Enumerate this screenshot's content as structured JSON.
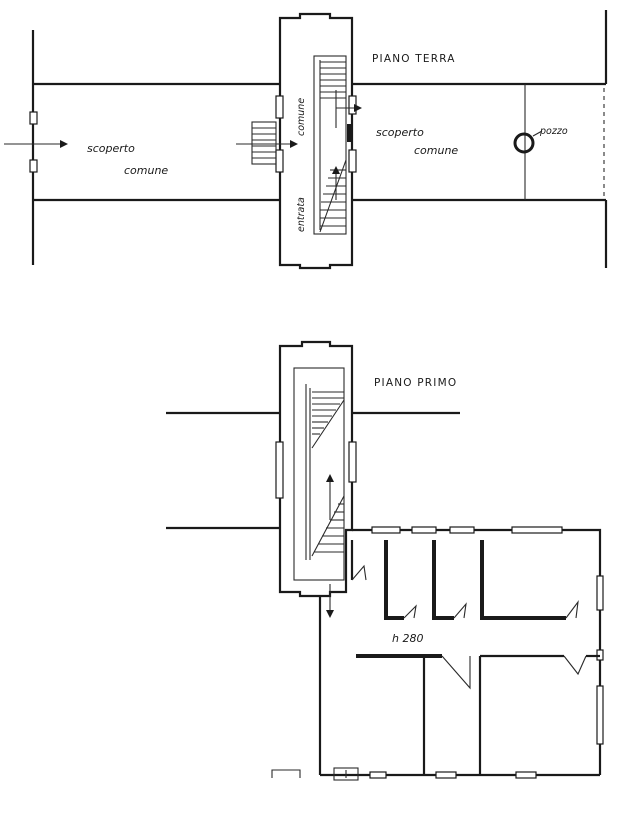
{
  "plans": {
    "ground": {
      "title": "PIANO TERRA",
      "left_yard": {
        "line1": "scoperto",
        "line2": "comune"
      },
      "right_yard": {
        "line1": "scoperto",
        "line2": "comune"
      },
      "stair_left": "entrata",
      "stair_right": "comune",
      "well": "pozzo"
    },
    "first": {
      "title": "PIANO PRIMO",
      "height": "h 280"
    }
  }
}
